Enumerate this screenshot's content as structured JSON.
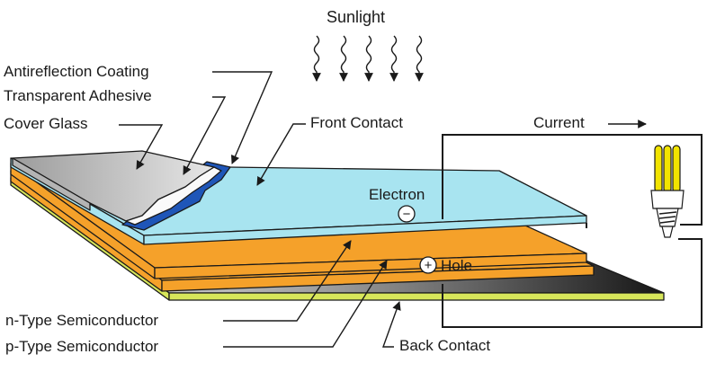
{
  "labels": {
    "sunlight": "Sunlight",
    "antireflection_coating": "Antireflection Coating",
    "transparent_adhesive": "Transparent Adhesive",
    "cover_glass": "Cover Glass",
    "front_contact": "Front Contact",
    "current": "Current",
    "electron": "Electron",
    "hole": "Hole",
    "n_type": "n-Type Semiconductor",
    "p_type": "p-Type Semiconductor",
    "back_contact": "Back Contact"
  },
  "symbols": {
    "electron_sign": "−",
    "hole_sign": "+"
  },
  "colors": {
    "front_contact": "#a8e4f0",
    "cover_glass": "#d8d8d8",
    "adhesive_blue": "#1f56b8",
    "semiconductor_orange": "#f5a12a",
    "back_contact_yellow": "#d7e65a",
    "back_contact_dark": "#2a2a2a",
    "bulb_yellow": "#f2e400"
  }
}
